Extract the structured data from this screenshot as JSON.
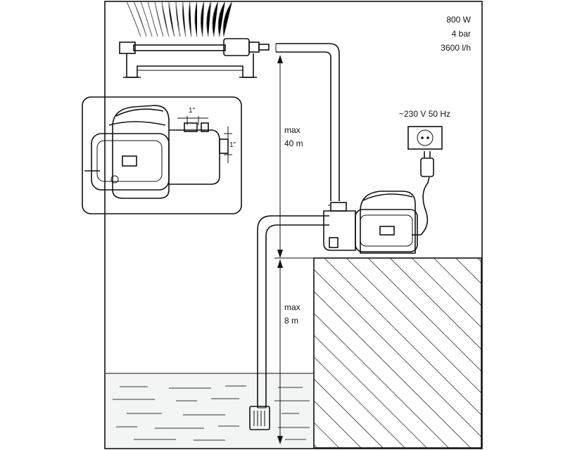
{
  "specs": {
    "power": "800 W",
    "pressure": "4 bar",
    "flow": "3600 l/h"
  },
  "electrical": {
    "supply": "~230 V  50 Hz"
  },
  "dimensions": {
    "head_label": "max",
    "head_value": "40 m",
    "suction_label": "max",
    "suction_value": "8 m"
  },
  "inset": {
    "outlet_size": "1\"",
    "inlet_size": "1\""
  }
}
